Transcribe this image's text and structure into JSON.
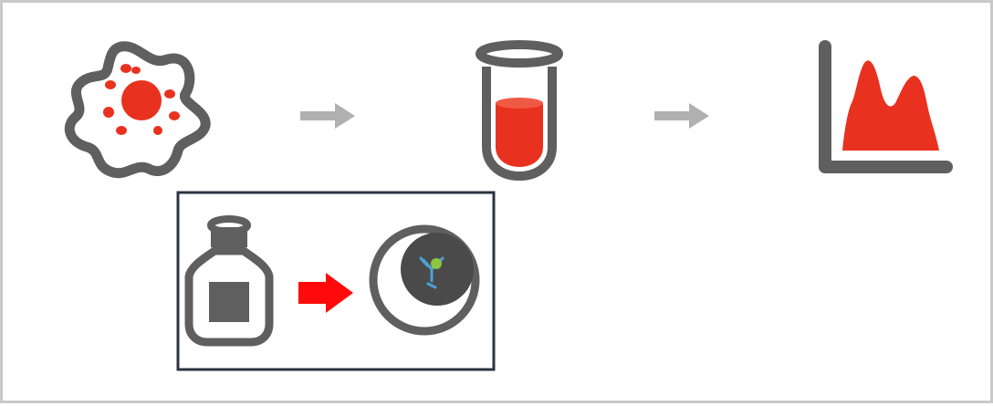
{
  "diagram": {
    "steps": [
      {
        "id": "cell",
        "icon": "cell-icon"
      },
      {
        "id": "tube",
        "icon": "sample-tube-icon"
      },
      {
        "id": "histogram",
        "icon": "histogram-icon"
      }
    ],
    "arrows": [
      {
        "from": "cell",
        "to": "tube",
        "icon": "arrow-right-icon"
      },
      {
        "from": "tube",
        "to": "histogram",
        "icon": "arrow-right-icon"
      }
    ],
    "inset": {
      "items": [
        {
          "id": "reagent-bottle",
          "icon": "bottle-icon"
        },
        {
          "id": "labeled-cell",
          "icon": "antibody-labeled-cell-icon"
        }
      ],
      "arrow_icon": "red-arrow-right-icon"
    }
  },
  "colors": {
    "gray": "#5f5f5f",
    "red": "#e8321f",
    "arrow_gray": "#b0b0b0",
    "inset_border": "#2b3440",
    "bright_red": "#ff0a0a",
    "antibody_blue": "#4aa3d8",
    "label_green": "#8cc63f"
  }
}
